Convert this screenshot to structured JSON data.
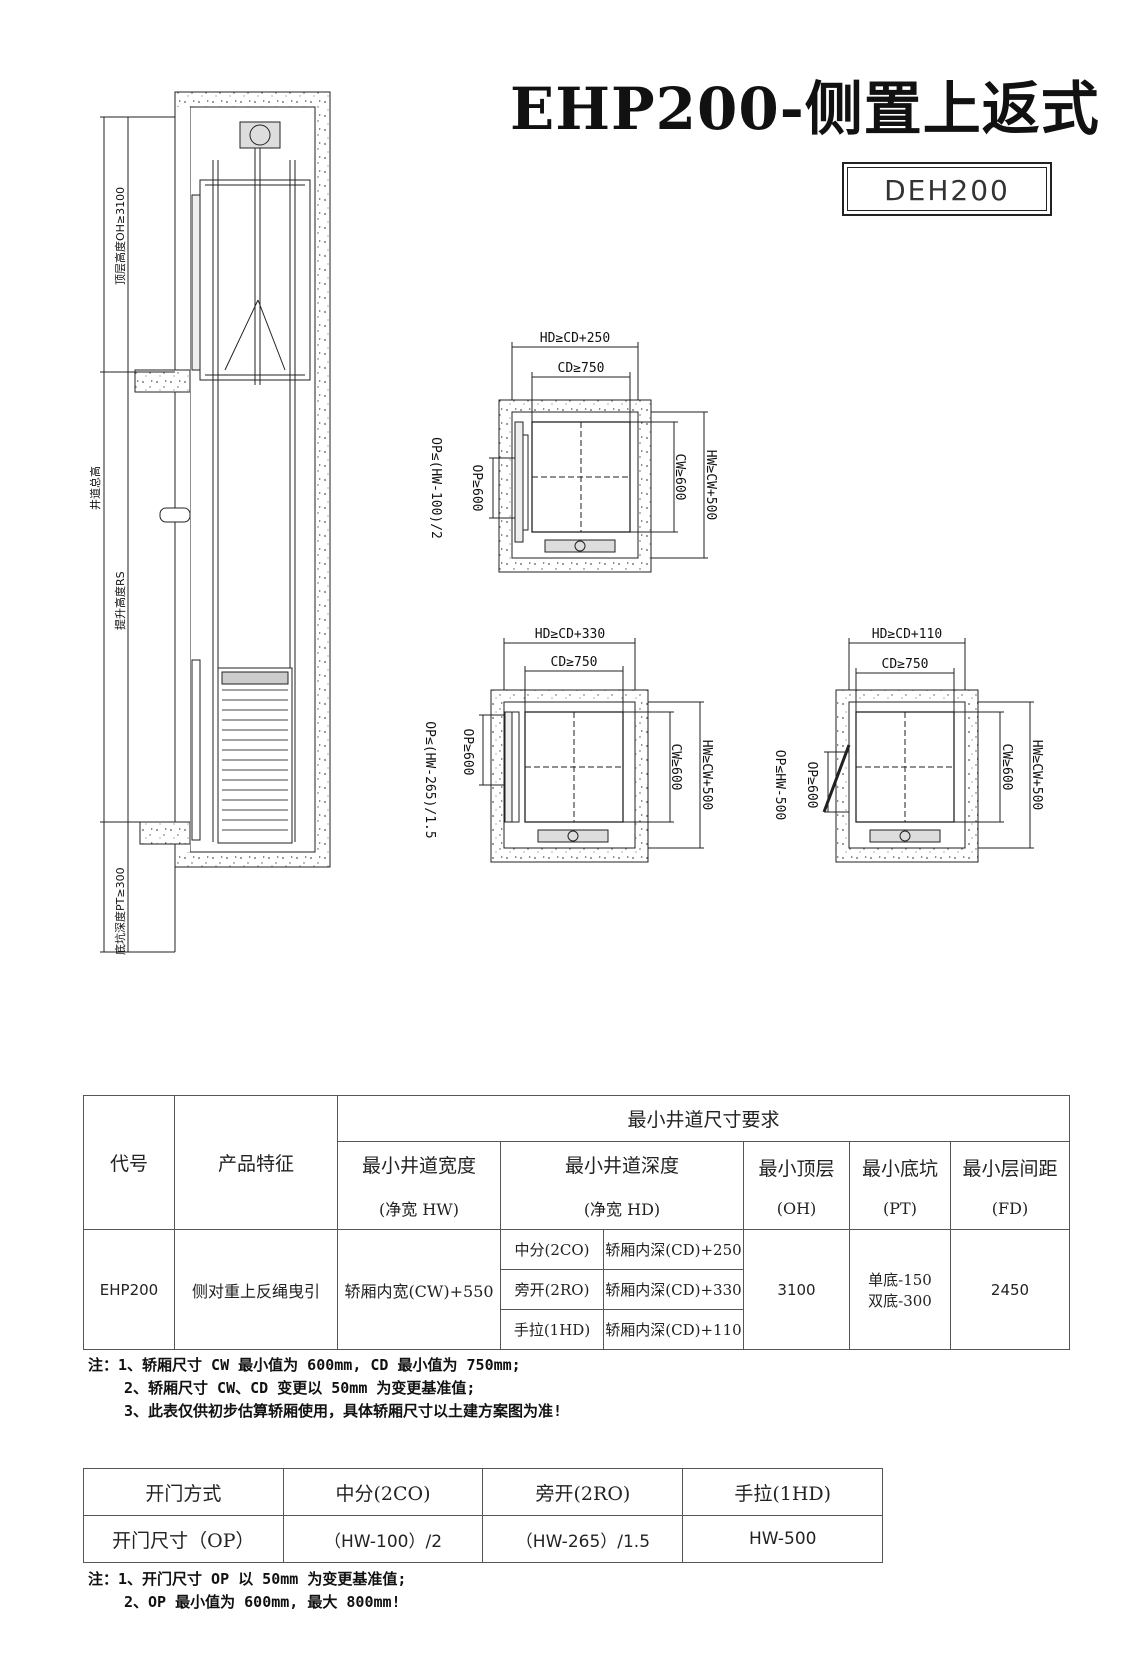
{
  "header": {
    "title": "EHP200-侧置上返式",
    "model": "DEH200"
  },
  "elevation": {
    "oh_label": "顶层高度OH≥3100",
    "total_label": "井道总高",
    "rs_label": "提升高度RS",
    "pt_label": "底坑深度PT≥300"
  },
  "plans": [
    {
      "hd": "HD≥CD+250",
      "cd": "CD≥750",
      "op": "OP≥600",
      "op_formula": "OP≤(HW-100)/2",
      "cw": "CW≥600",
      "hw": "HW≥CW+500"
    },
    {
      "hd": "HD≥CD+330",
      "cd": "CD≥750",
      "op": "OP≥600",
      "op_formula": "OP≤(HW-265)/1.5",
      "cw": "CW≥600",
      "hw": "HW≥CW+500"
    },
    {
      "hd": "HD≥CD+110",
      "cd": "CD≥750",
      "op": "OP≥600",
      "op_formula": "OP≤HW-500",
      "cw": "CW≥600",
      "hw": "HW≥CW+500"
    }
  ],
  "spec_table": {
    "group_header": "最小井道尺寸要求",
    "h_code": "代号",
    "h_feature": "产品特征",
    "h_hw": "最小井道宽度",
    "h_hw_sub": "(净宽 HW)",
    "h_hd": "最小井道深度",
    "h_hd_sub": "(净宽 HD)",
    "h_oh": "最小顶层",
    "h_oh_sub": "(OH)",
    "h_pt": "最小底坑",
    "h_pt_sub": "(PT)",
    "h_fd": "最小层间距",
    "h_fd_sub": "(FD)",
    "code": "EHP200",
    "feature": "侧对重上反绳曳引",
    "hw_value": "轿厢内宽(CW)+550",
    "hd_rows": [
      {
        "type": "中分(2CO)",
        "value": "轿厢内深(CD)+250"
      },
      {
        "type": "旁开(2RO)",
        "value": "轿厢内深(CD)+330"
      },
      {
        "type": "手拉(1HD)",
        "value": "轿厢内深(CD)+110"
      }
    ],
    "oh_value": "3100",
    "pt_value_1": "单底-150",
    "pt_value_2": "双底-300",
    "fd_value": "2450"
  },
  "notes_1": [
    "注：1、轿厢尺寸 CW 最小值为 600mm, CD 最小值为 750mm;",
    "2、轿厢尺寸 CW、CD 变更以 50mm 为变更基准值;",
    "3、此表仅供初步估算轿厢使用，具体轿厢尺寸以土建方案图为准!"
  ],
  "op_table": {
    "h_label": "开门方式",
    "h_cols": [
      "中分(2CO)",
      "旁开(2RO)",
      "手拉(1HD)"
    ],
    "r_label": "开门尺寸（OP）",
    "r_cols": [
      "（HW-100）/2",
      "（HW-265）/1.5",
      "HW-500"
    ]
  },
  "notes_2": [
    "注：1、开门尺寸 OP 以 50mm 为变更基准值;",
    "2、OP 最小值为 600mm, 最大 800mm!"
  ]
}
